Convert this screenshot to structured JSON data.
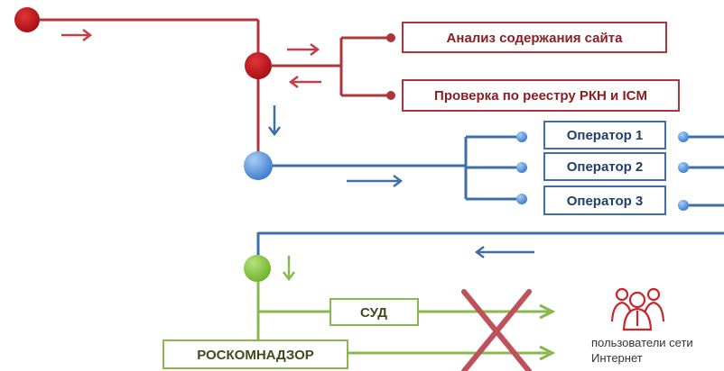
{
  "nodes": {
    "content_analysis": "Анализ содержания сайта",
    "registry_check": "Проверка по реестру РКН и ICM",
    "operator_1": "Оператор 1",
    "operator_2": "Оператор 2",
    "operator_3": "Оператор 3",
    "court": "СУД",
    "roskomnadzor": "РОСКОМНАДЗОР",
    "users_line_1": "пользователи сети",
    "users_line_2": "Интернет"
  },
  "icons": {
    "users": "users-group-icon",
    "block": "cross-icon"
  },
  "colors": {
    "red": "#b0353b",
    "blue": "#3e6fa8",
    "green": "#8ab84e",
    "cross": "#c0505a"
  }
}
